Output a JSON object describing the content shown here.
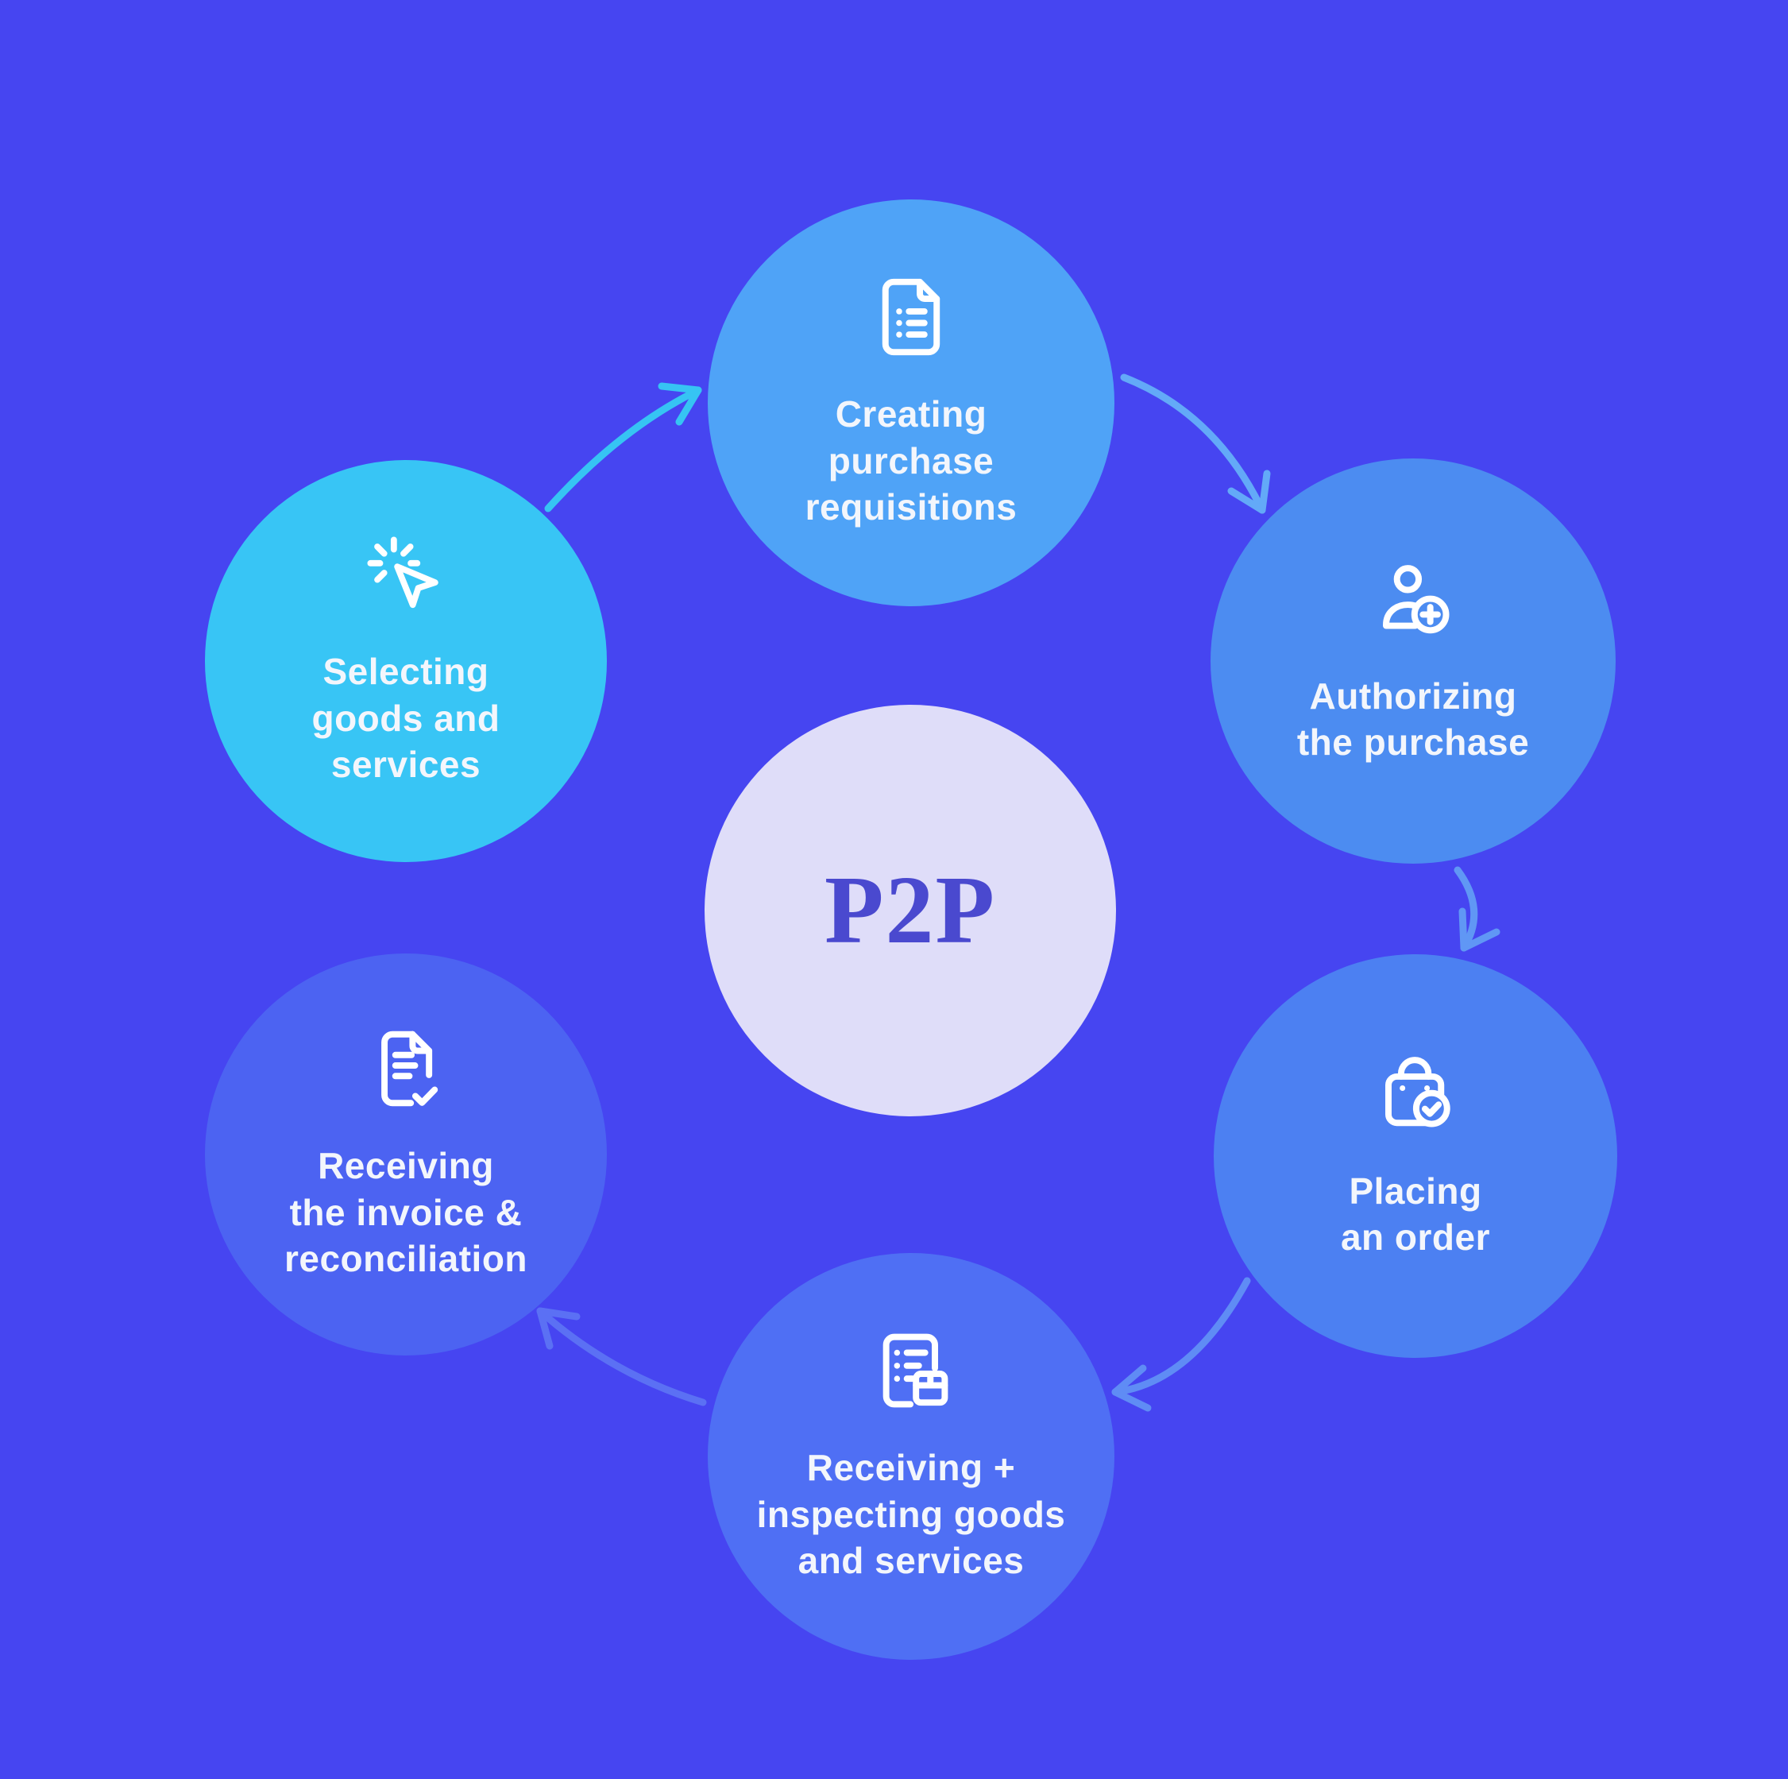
{
  "background_color": "#4645f1",
  "icon_color": "#ffffff",
  "center": {
    "label": "P2P",
    "bg_color": "#dfddf9",
    "text_color": "#4a49cf"
  },
  "steps": [
    {
      "id": "selecting",
      "label": "Selecting\ngoods and\nservices",
      "icon": "cursor-click-icon",
      "color": "#38c5f5"
    },
    {
      "id": "creating",
      "label": "Creating\npurchase\nrequisitions",
      "icon": "document-list-icon",
      "color": "#4fa3f7"
    },
    {
      "id": "authorizing",
      "label": "Authorizing\nthe purchase",
      "icon": "user-plus-icon",
      "color": "#4c8cf1"
    },
    {
      "id": "placing",
      "label": "Placing\nan order",
      "icon": "bag-check-icon",
      "color": "#4c80f2"
    },
    {
      "id": "receiving-goods",
      "label": "Receiving +\ninspecting goods\nand services",
      "icon": "document-box-icon",
      "color": "#4f6ff4"
    },
    {
      "id": "receiving-invoice",
      "label": "Receiving\nthe invoice &\nreconciliation",
      "icon": "document-check-icon",
      "color": "#4c63f2"
    }
  ],
  "arrows": [
    {
      "from": "selecting",
      "to": "creating",
      "color": "#36c4f3"
    },
    {
      "from": "creating",
      "to": "authorizing",
      "color": "#63a9f8"
    },
    {
      "from": "authorizing",
      "to": "placing",
      "color": "#6097f5"
    },
    {
      "from": "placing",
      "to": "receiving-goods",
      "color": "#5f8cf5"
    },
    {
      "from": "receiving-goods",
      "to": "receiving-invoice",
      "color": "#5b70f4"
    }
  ]
}
